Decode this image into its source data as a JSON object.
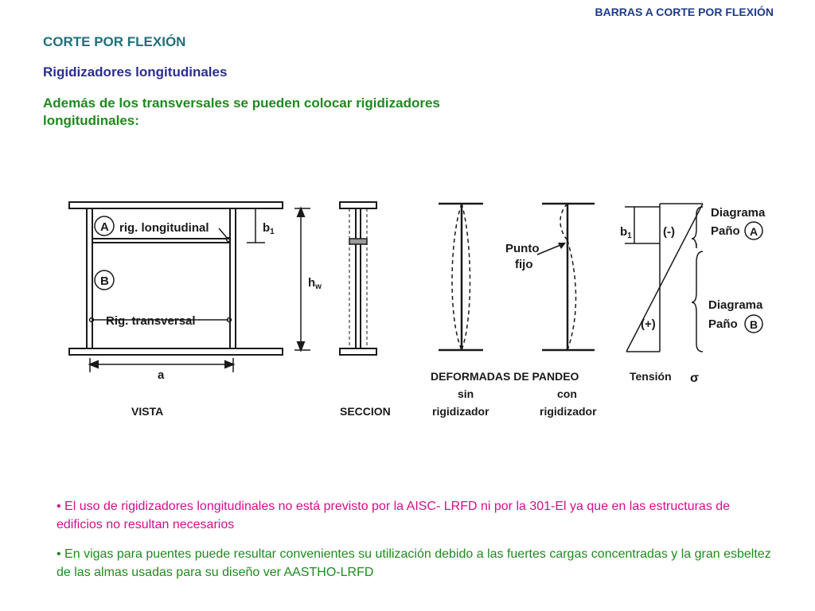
{
  "header": {
    "title": "BARRAS A CORTE POR FLEXIÓN"
  },
  "section_title": "CORTE POR FLEXIÓN",
  "subtitle": "Rigidizadores longitudinales",
  "intro": "Además de los transversales se pueden colocar rigidizadores longitudinales:",
  "figure": {
    "vista": {
      "caption": "VISTA",
      "label_a_circle": "A",
      "label_b_circle": "B",
      "rig_longitudinal": "rig. longitudinal",
      "rig_transversal": "Rig. transversal",
      "dim_b1": "b",
      "dim_b1_sub": "1",
      "dim_hw": "h",
      "dim_hw_sub": "w",
      "dim_a": "a"
    },
    "seccion": {
      "caption": "SECCION"
    },
    "deformadas": {
      "caption": "DEFORMADAS DE PANDEO",
      "sin_line1": "sin",
      "sin_line2": "rigidizador",
      "con_line1": "con",
      "con_line2": "rigidizador",
      "punto_line1": "Punto",
      "punto_line2": "fijo"
    },
    "tension": {
      "caption": "Tensión",
      "sigma": "σ",
      "dim_b1": "b",
      "dim_b1_sub": "1",
      "sign_neg": "(-)",
      "sign_pos": "(+)",
      "diagrama_a_line1": "Diagrama",
      "diagrama_a_line2": "Paño",
      "diagrama_a_circle": "A",
      "diagrama_b_line1": "Diagrama",
      "diagrama_b_line2": "Paño",
      "diagrama_b_circle": "B"
    }
  },
  "bullets": [
    "• El uso de rigidizadores longitudinales no está previsto por la AISC- LRFD ni por la 301-El ya que en las estructuras de edificios no resultan necesarios",
    "• En vigas para puentes puede resultar convenientes su utilización debido a las fuertes cargas concentradas y la gran esbeltez de las almas usadas para su diseño ver AASTHO-LRFD"
  ]
}
